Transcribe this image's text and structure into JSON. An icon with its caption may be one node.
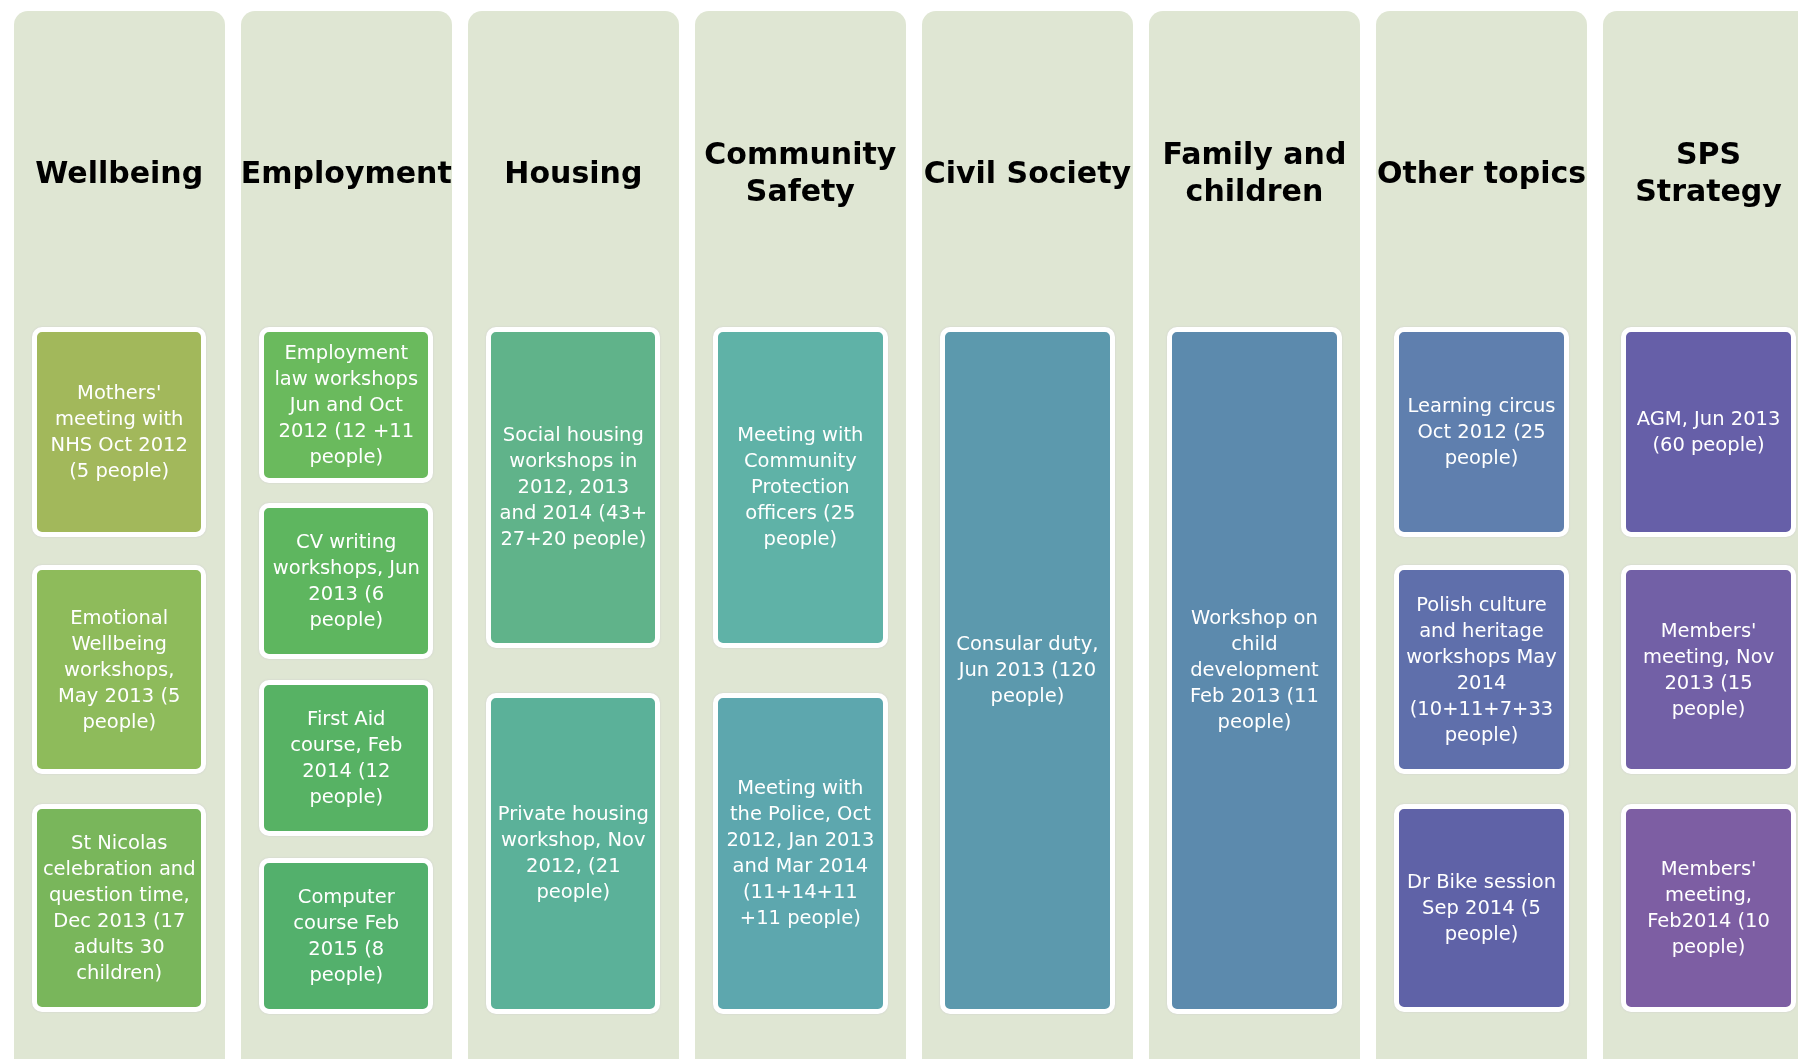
{
  "diagram": {
    "nodes": [
      {
        "text": [
          "Wellbeing"
        ]
      },
      {
        "text": [
          "Mothers' meeting with NHS Oct 2012 (5 people)"
        ],
        "in": 0
      },
      {
        "text": [
          "Emotional Wellbeing workshops, May 2013 (5 people)"
        ],
        "in": 0
      },
      {
        "text": [
          "St Nicolas celebration and question time, Dec 2013 (17 adults 30 children)"
        ],
        "in": 0
      },
      {
        "text": [
          "Employment"
        ]
      },
      {
        "text": [
          "Employment law workshops Jun and  Oct 2012 (12 +11 people)"
        ],
        "in": 4
      },
      {
        "text": [
          "CV writing workshops, Jun 2013 (6 people)"
        ],
        "in": 4
      },
      {
        "text": [
          "First Aid course, Feb 2014 (12 people)"
        ],
        "in": 4
      },
      {
        "text": [
          "Computer course Feb 2015 (8 people)"
        ],
        "in": 4
      },
      {
        "text": [
          "Housing"
        ]
      },
      {
        "text": [
          "Social housing workshops in 2012, 2013 and 2014 (43+ 27+20 people)"
        ],
        "in": 9
      },
      {
        "text": [
          "Private housing workshop, Nov 2012, (21 people)"
        ],
        "in": 9
      },
      {
        "text": [
          "Community Safety"
        ]
      },
      {
        "text": [
          "Meeting with Community Protection officers (25 people)"
        ],
        "in": 12
      },
      {
        "text": [
          "Meeting with the Police, Oct 2012, Jan 2013 and Mar 2014 (11+14+11 +11 people)"
        ],
        "in": 12
      },
      {
        "text": [
          "Civil Society"
        ]
      },
      {
        "text": [
          "Consular duty, Jun 2013 (120 people)"
        ],
        "in": 15
      },
      {
        "text": [
          "Family and children"
        ]
      },
      {
        "text": [
          "Workshop on child development Feb 2013 (11 people)"
        ],
        "in": 17
      },
      {
        "text": [
          "Other topics"
        ]
      },
      {
        "text": [
          "Learning circus Oct 2012 (25 people)"
        ],
        "in": 19
      },
      {
        "text": [
          "Polish culture and heritage workshops May 2014 (10+11+7+33 people)"
        ],
        "in": 19
      },
      {
        "text": [
          "Dr Bike session Sep 2014 (5 people)"
        ],
        "in": 19
      },
      {
        "text": [
          "SPS Strategy"
        ]
      },
      {
        "text": [
          "AGM,  Jun 2013 (60 people)"
        ],
        "in": 23
      },
      {
        "text": [
          "Members' meeting, Nov 2013 (15 people)"
        ],
        "in": 23
      },
      {
        "text": [
          "Members' meeting, Feb2014 (10 people)"
        ],
        "in": 23
      }
    ]
  }
}
